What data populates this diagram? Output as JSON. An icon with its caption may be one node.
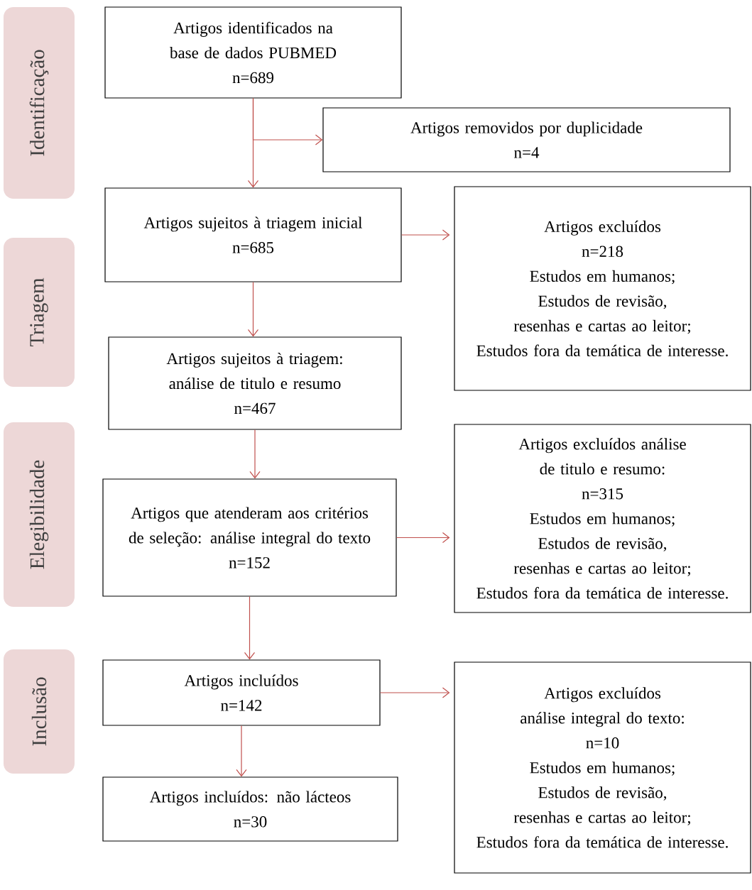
{
  "diagram": {
    "nodes": [
      {
        "text": [
          "Identificação"
        ]
      },
      {
        "text": [
          "Triagem"
        ]
      },
      {
        "text": [
          "Elegibilidade"
        ]
      },
      {
        "text": [
          "Inclusão"
        ]
      },
      {
        "text": [
          "Artigos identificados na base de dados PUBMED",
          "n=689"
        ]
      },
      {
        "text": [
          "Artigos removidos por duplicidade",
          "n=4"
        ]
      },
      {
        "text": [
          "Artigos sujeitos à triagem inicial",
          "n=685"
        ]
      },
      {
        "text": [
          "Artigos excluídos",
          "n=218",
          "Estudos em humanos;",
          "Estudos de revisão, resenhas e cartas ao leitor;",
          "Estudos fora da temática de interesse."
        ]
      },
      {
        "text": [
          "Artigos sujeitos à triagem: análise de titulo e resumo",
          "n=467"
        ]
      },
      {
        "text": [
          "Artigos excluídos análise de titulo e resumo:",
          "n=315",
          "Estudos em humanos;",
          "Estudos de revisão, resenhas e cartas ao leitor;",
          "Estudos fora da temática de interesse."
        ]
      },
      {
        "text": [
          "Artigos que atenderam aos critérios de seleção: análise integral do texto",
          "n=152"
        ]
      },
      {
        "text": [
          "Artigos incluídos",
          "n=142"
        ]
      },
      {
        "text": [
          "Artigos excluídos análise integral do texto:",
          "n=10",
          "Estudos em humanos;",
          "Estudos de revisão, resenhas e cartas ao leitor;",
          "Estudos fora da temática de interesse."
        ]
      },
      {
        "text": [
          "Artigos incluídos: não lácteos",
          "n=30"
        ]
      }
    ],
    "edges": [
      {
        "from": 4,
        "to": 6,
        "arrow": "to"
      },
      {
        "from": 4,
        "to": 5,
        "arrow": "to"
      },
      {
        "from": 6,
        "to": 7,
        "arrow": "to"
      },
      {
        "from": 6,
        "to": 8,
        "arrow": "to"
      },
      {
        "from": 8,
        "to": 10,
        "arrow": "to"
      },
      {
        "from": 10,
        "to": 9,
        "arrow": "to"
      },
      {
        "from": 10,
        "to": 11,
        "arrow": "to"
      },
      {
        "from": 11,
        "to": 12,
        "arrow": "to"
      },
      {
        "from": 11,
        "to": 13,
        "arrow": "to"
      }
    ]
  }
}
